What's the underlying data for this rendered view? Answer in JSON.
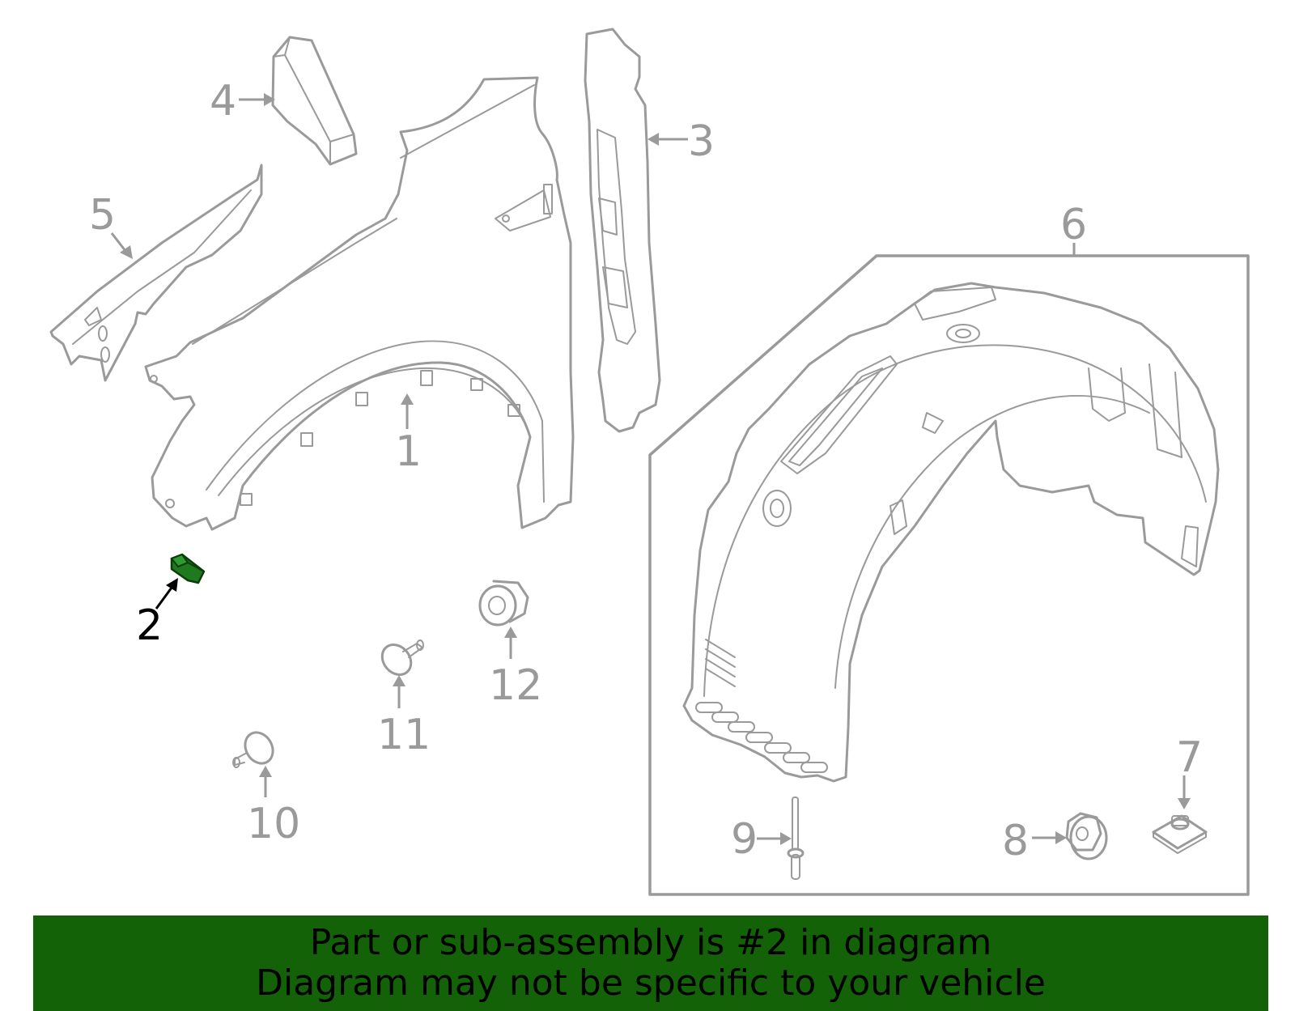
{
  "callouts": [
    {
      "id": "1",
      "label": "1",
      "highlighted": false
    },
    {
      "id": "2",
      "label": "2",
      "highlighted": true
    },
    {
      "id": "3",
      "label": "3",
      "highlighted": false
    },
    {
      "id": "4",
      "label": "4",
      "highlighted": false
    },
    {
      "id": "5",
      "label": "5",
      "highlighted": false
    },
    {
      "id": "6",
      "label": "6",
      "highlighted": false
    },
    {
      "id": "7",
      "label": "7",
      "highlighted": false
    },
    {
      "id": "8",
      "label": "8",
      "highlighted": false
    },
    {
      "id": "9",
      "label": "9",
      "highlighted": false
    },
    {
      "id": "10",
      "label": "10",
      "highlighted": false
    },
    {
      "id": "11",
      "label": "11",
      "highlighted": false
    },
    {
      "id": "12",
      "label": "12",
      "highlighted": false
    }
  ],
  "banner": {
    "line1": "Part or sub-assembly is #2 in diagram",
    "line2": "Diagram may not be specific to your vehicle"
  },
  "colors": {
    "banner_background": "#136207",
    "highlight_part": "#1f7a1f",
    "line_art": "#9a9a9a",
    "highlight_label": "#000000"
  }
}
